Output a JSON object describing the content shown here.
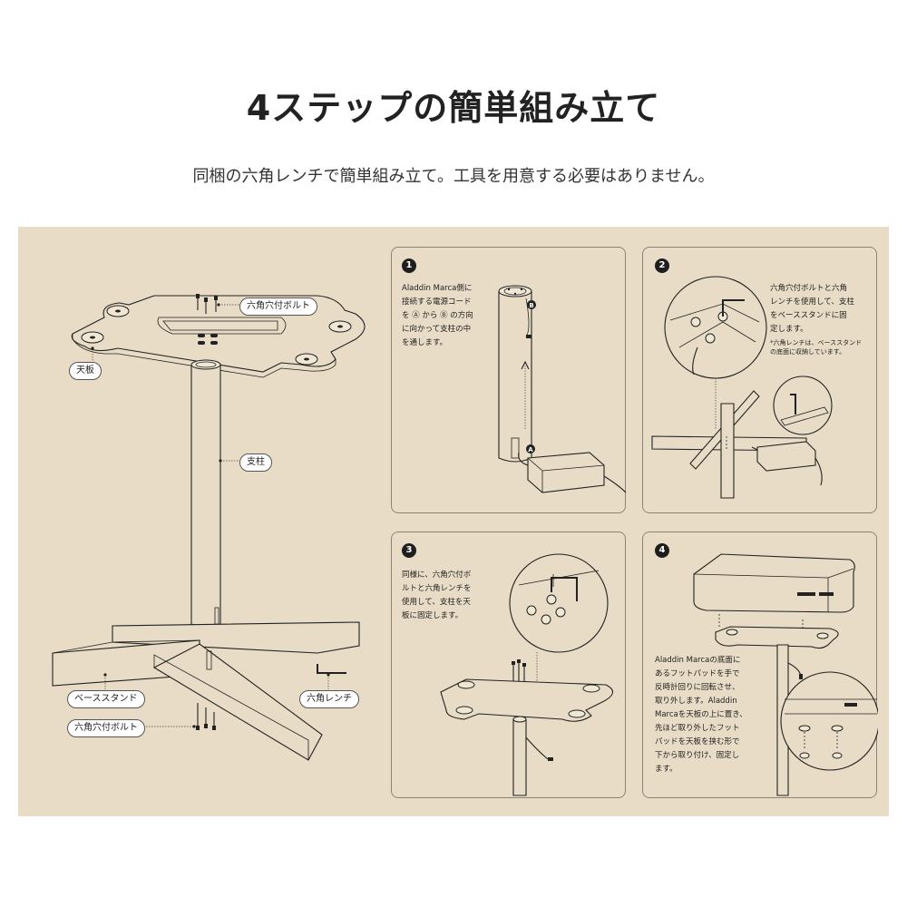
{
  "header": {
    "title": "4ステップの簡単組み立て",
    "subtitle": "同梱の六角レンチで簡単組み立て。工具を用意する必要はありません。"
  },
  "overview": {
    "labels": {
      "bolt_top": "六角穴付ボルト",
      "top_plate": "天板",
      "pillar": "支柱",
      "base_stand": "ベーススタンド",
      "hex_wrench": "六角レンチ",
      "bolt_bottom": "六角穴付ボルト"
    }
  },
  "steps": [
    {
      "number": "1",
      "text": "Aladdin Marca側に\n接続する電源コード\nを Ⓐ から Ⓑ の方向\nに向かって支柱の中\nを通します。",
      "marker_a": "A",
      "marker_b": "B"
    },
    {
      "number": "2",
      "text": "六角穴付ボルトと六角\nレンチを使用して、支柱\nをベーススタンドに固\n定します。",
      "note": "*六角レンチは、ベーススタンド\nの底面に収納しています。"
    },
    {
      "number": "3",
      "text": "同様に、六角穴付ボ\nルトと六角レンチを\n使用して、支柱を天\n板に固定します。"
    },
    {
      "number": "4",
      "text": "Aladdin Marcaの底面に\nあるフットパッドを手で\n反時計回りに回転させ、\n取り外します。Aladdin\nMarcaを天板の上に置き、\n先ほど取り外したフット\nパッドを天板を挟む形で\n下から取り付け、固定し\nます。"
    }
  ],
  "colors": {
    "panel_bg": "#e8dcc6",
    "line": "#222222",
    "page_bg": "#ffffff"
  }
}
